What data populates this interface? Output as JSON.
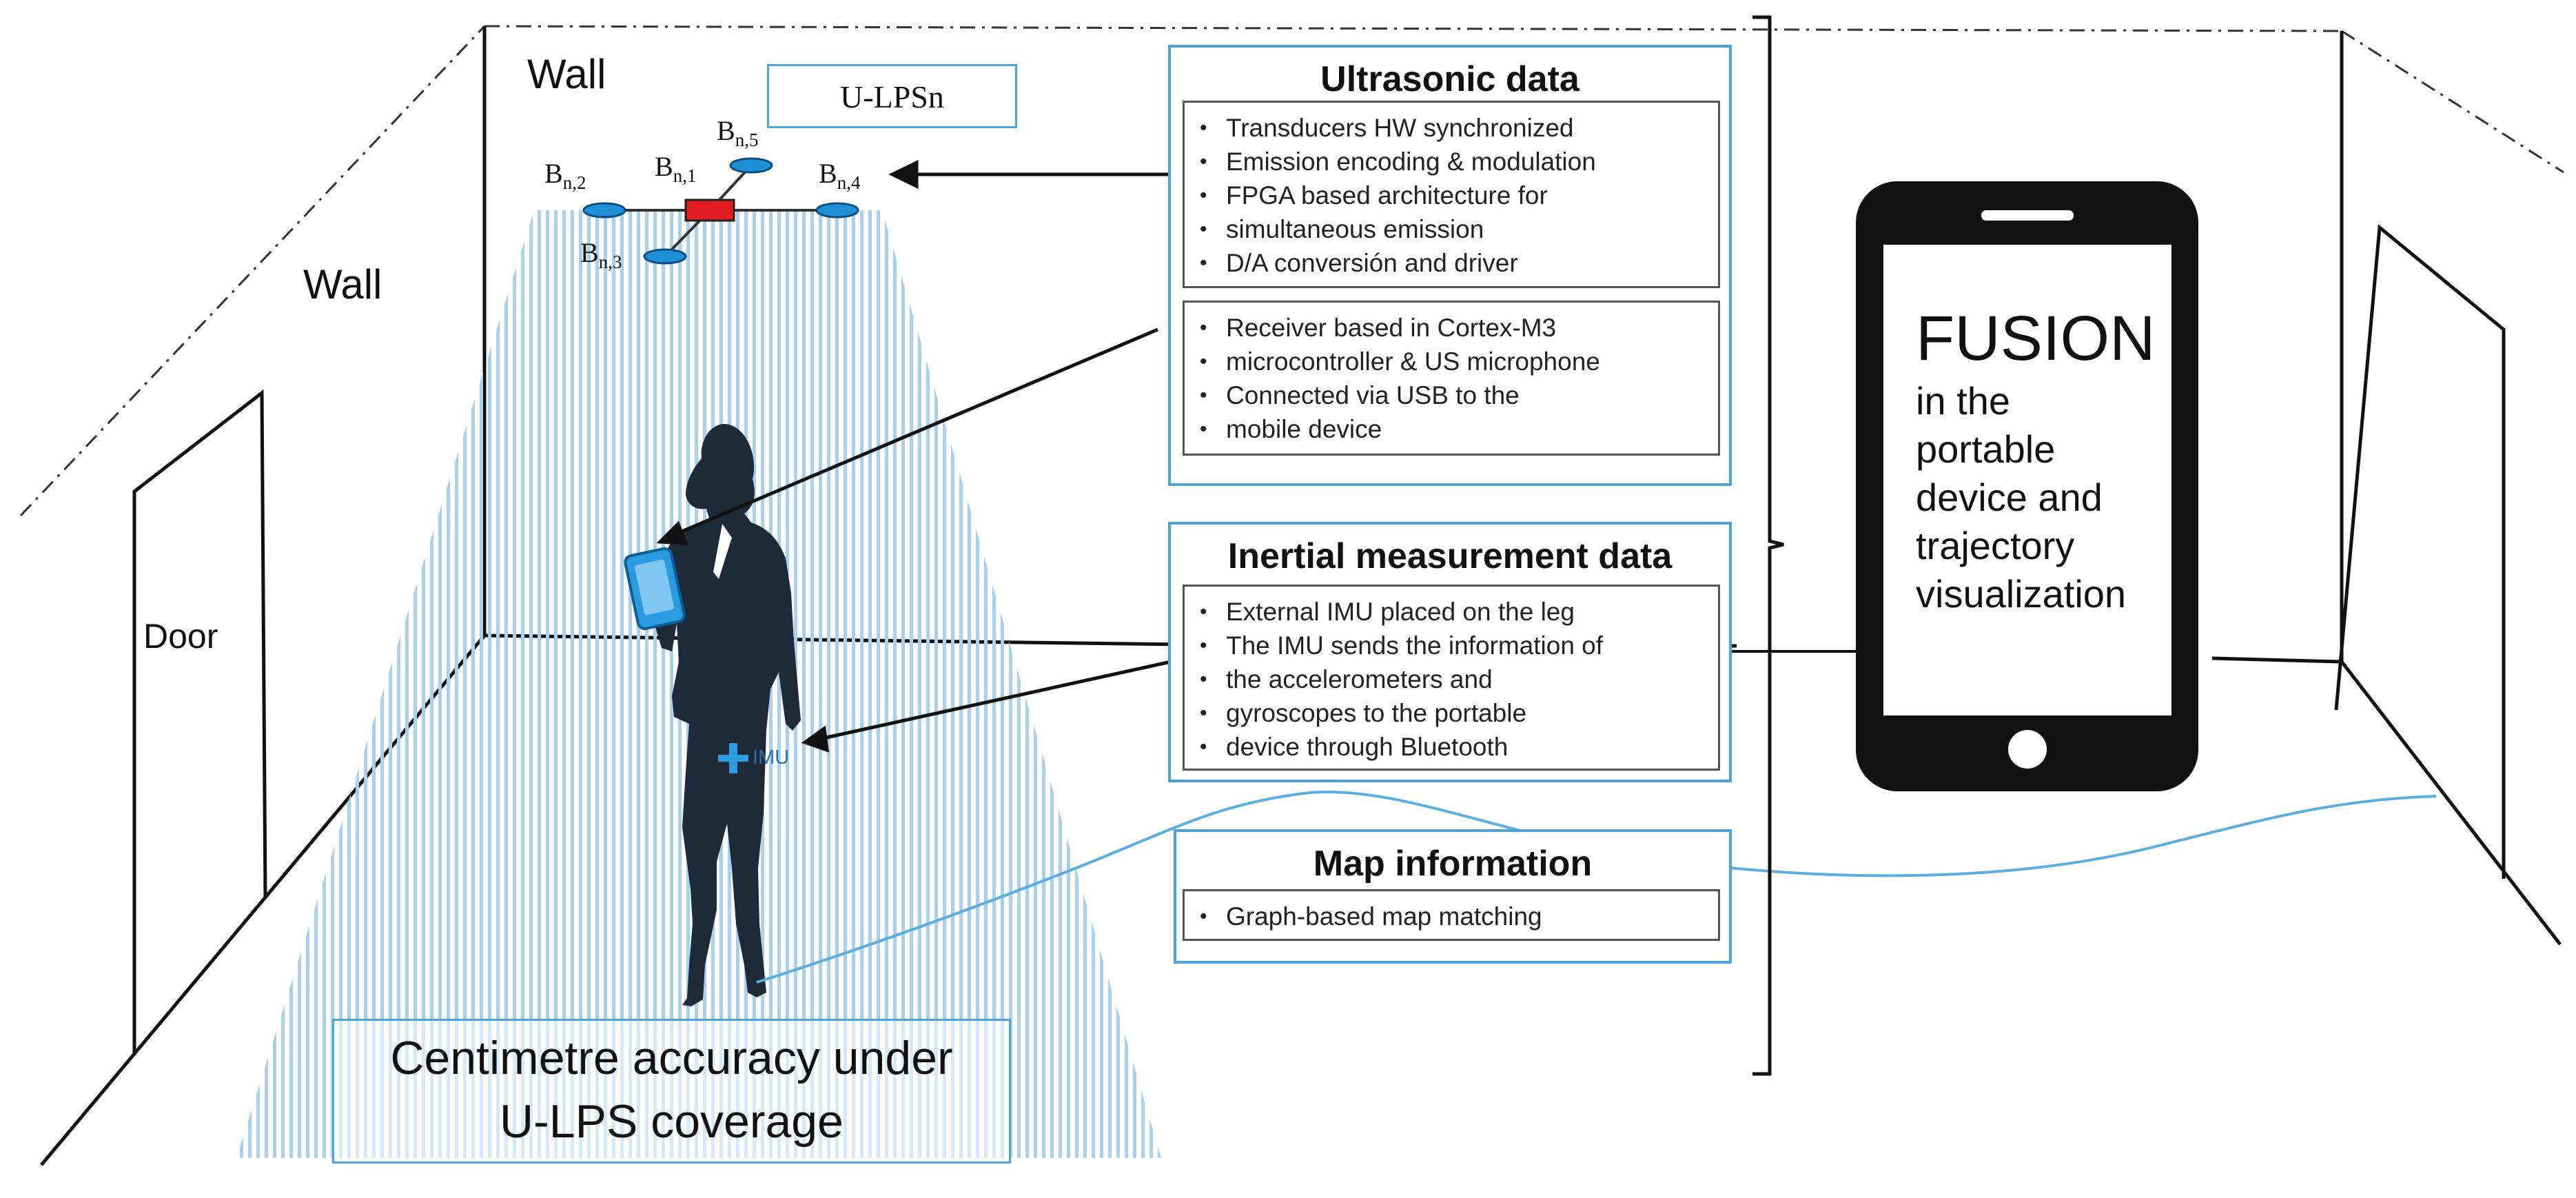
{
  "labels": {
    "wall_back": "Wall",
    "wall_left": "Wall",
    "door": "Door",
    "ulps_box": "U-LPSn",
    "imu_tag": "IMU",
    "coverage_line1": "Centimetre accuracy under",
    "coverage_line2": "U-LPS coverage"
  },
  "beacons": [
    {
      "base": "B",
      "sub": "n,1"
    },
    {
      "base": "B",
      "sub": "n,2"
    },
    {
      "base": "B",
      "sub": "n,3"
    },
    {
      "base": "B",
      "sub": "n,4"
    },
    {
      "base": "B",
      "sub": "n,5"
    }
  ],
  "ultrasonic": {
    "title": "Ultrasonic data",
    "emitter_items": [
      "Transducers HW synchronized",
      "Emission encoding & modulation",
      "FPGA based architecture for",
      "simultaneous emission",
      "D/A conversión and driver"
    ],
    "receiver_items": [
      "Receiver based in Cortex-M3",
      "microcontroller & US microphone",
      "Connected via USB to the",
      "mobile device"
    ]
  },
  "inertial": {
    "title": "Inertial measurement data",
    "items": [
      "External IMU placed on the leg",
      "The IMU sends the information of",
      "the accelerometers and",
      "gyroscopes to the portable",
      "device through Bluetooth"
    ]
  },
  "map": {
    "title": "Map information",
    "items": [
      "Graph-based map matching"
    ]
  },
  "phone": {
    "title": "FUSION",
    "lines": [
      "in the",
      "portable",
      "device and",
      "trajectory",
      "visualization"
    ]
  },
  "colors": {
    "accent_blue": "#4aa3d9",
    "coverage_blue": "#9dc9ea",
    "beacon_blue": "#1f8fd6",
    "beacon_center_red": "#e01b24",
    "silhouette": "#1e2a38",
    "phone_black": "#111111"
  }
}
